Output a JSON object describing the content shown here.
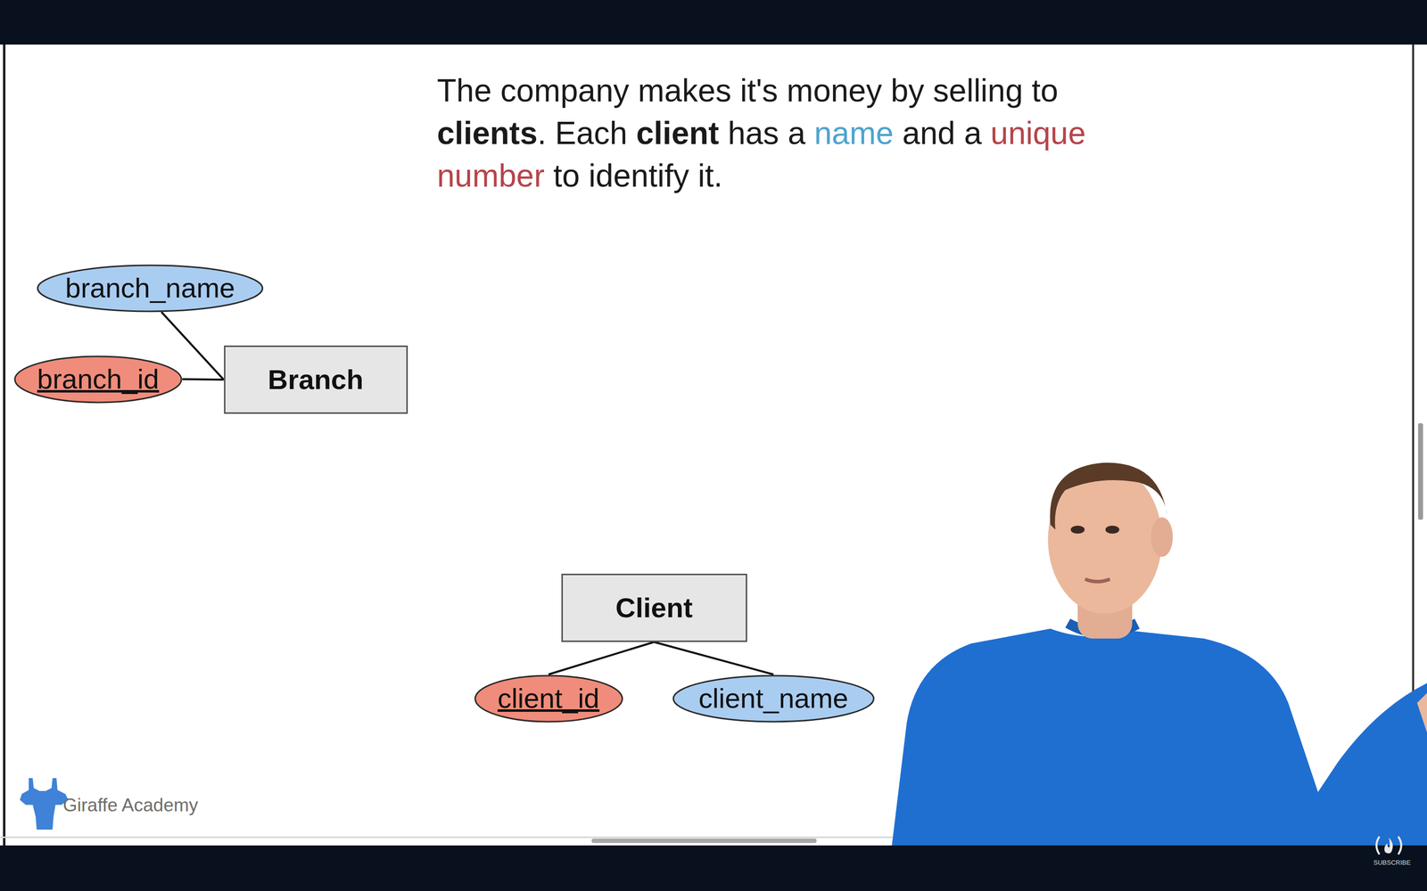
{
  "diagram": {
    "nodes": [
      {
        "text": [
          "branch_name"
        ]
      },
      {
        "text": [
          "branch_id"
        ]
      },
      {
        "text": [
          "Branch"
        ]
      },
      {
        "text": [
          "Client"
        ]
      },
      {
        "text": [
          "client_id"
        ]
      },
      {
        "text": [
          "client_name"
        ]
      }
    ],
    "edges": [
      {
        "from": 0,
        "to": 2,
        "arrow": "none"
      },
      {
        "from": 1,
        "to": 2,
        "arrow": "none"
      },
      {
        "from": 3,
        "to": 4,
        "arrow": "none"
      },
      {
        "from": 3,
        "to": 5,
        "arrow": "none"
      }
    ],
    "labels": [
      "The company makes it's money by selling to",
      "clients",
      ". Each",
      "client",
      "has a",
      "name",
      "and a",
      "unique number",
      "to identify it.",
      "Giraffe Academy",
      "SUBSCRIBE"
    ]
  }
}
